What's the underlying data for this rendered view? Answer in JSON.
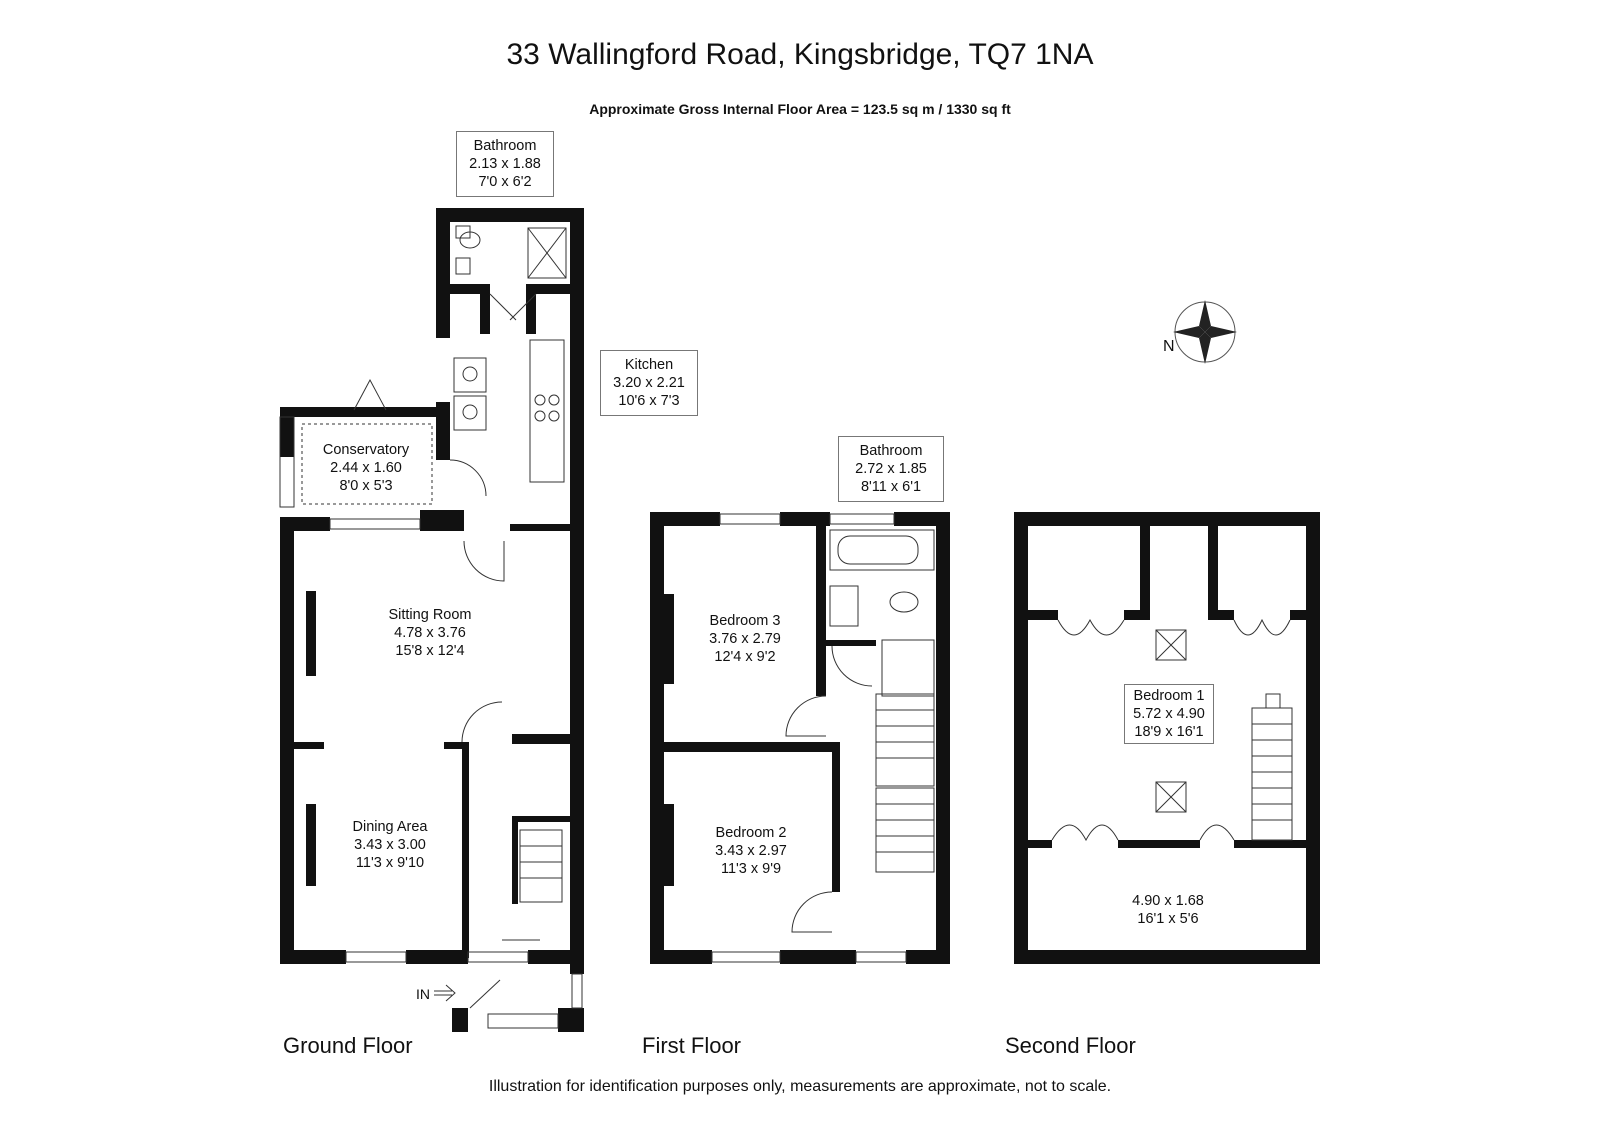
{
  "header": {
    "title": "33 Wallingford Road, Kingsbridge, TQ7 1NA",
    "area": "Approximate Gross Internal Floor Area  = 123.5 sq m / 1330 sq ft"
  },
  "floors": {
    "ground": {
      "label": "Ground Floor",
      "rooms": {
        "bathroom": {
          "name": "Bathroom",
          "metric": "2.13 x 1.88",
          "imperial": "7'0 x 6'2"
        },
        "kitchen": {
          "name": "Kitchen",
          "metric": "3.20 x 2.21",
          "imperial": "10'6 x 7'3"
        },
        "conservatory": {
          "name": "Conservatory",
          "metric": "2.44 x 1.60",
          "imperial": "8'0 x 5'3"
        },
        "sitting": {
          "name": "Sitting Room",
          "metric": "4.78 x 3.76",
          "imperial": "15'8 x 12'4"
        },
        "dining": {
          "name": "Dining Area",
          "metric": "3.43 x 3.00",
          "imperial": "11'3 x 9'10"
        }
      },
      "entrance": "IN"
    },
    "first": {
      "label": "First Floor",
      "rooms": {
        "bathroom": {
          "name": "Bathroom",
          "metric": "2.72 x 1.85",
          "imperial": "8'11 x 6'1"
        },
        "bedroom3": {
          "name": "Bedroom 3",
          "metric": "3.76 x 2.79",
          "imperial": "12'4 x 9'2"
        },
        "bedroom2": {
          "name": "Bedroom 2",
          "metric": "3.43 x 2.97",
          "imperial": "11'3 x 9'9"
        }
      }
    },
    "second": {
      "label": "Second Floor",
      "rooms": {
        "bedroom1": {
          "name": "Bedroom 1",
          "metric": "5.72 x 4.90",
          "imperial": "18'9 x 16'1"
        },
        "eaves": {
          "metric": "4.90 x 1.68",
          "imperial": "16'1 x 5'6"
        }
      }
    }
  },
  "compass": {
    "north": "N"
  },
  "footer": "Illustration for identification purposes only, measurements are approximate, not to scale."
}
